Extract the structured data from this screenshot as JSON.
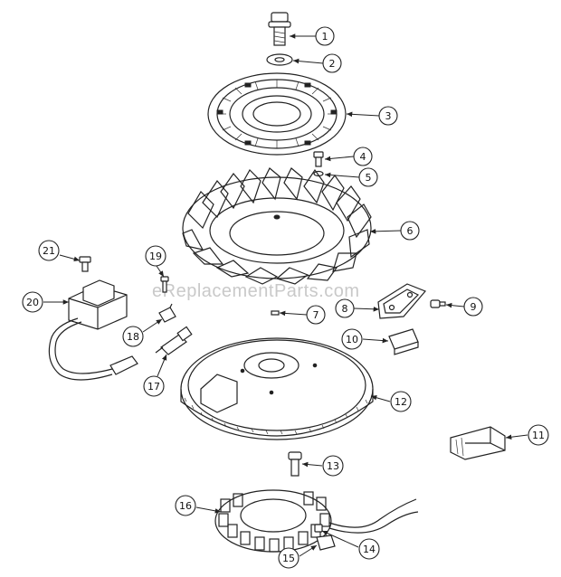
{
  "watermark": "eReplacementParts.com",
  "colors": {
    "ink": "#222222",
    "paper": "#ffffff",
    "watermark": "#c9c9c9"
  },
  "callouts": [
    "1",
    "2",
    "3",
    "4",
    "5",
    "6",
    "7",
    "8",
    "9",
    "10",
    "11",
    "12",
    "13",
    "14",
    "15",
    "16",
    "17",
    "18",
    "19",
    "20",
    "21"
  ]
}
